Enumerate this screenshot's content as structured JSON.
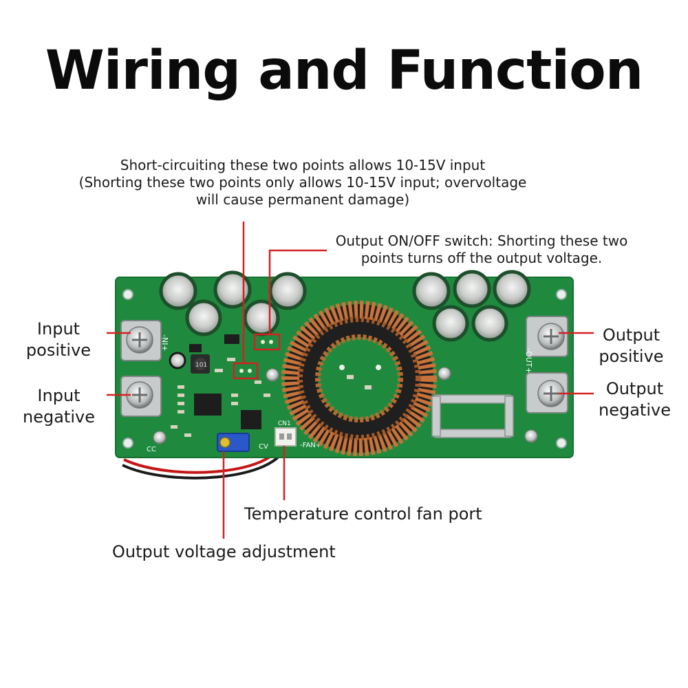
{
  "title": "Wiring and Function",
  "notes": {
    "short_circuit": [
      "Short-circuiting these two points allows 10-15V input",
      "(Shorting these two points only allows 10-15V input; overvoltage",
      "will cause permanent damage)"
    ],
    "onoff_switch": [
      "Output ON/OFF switch: Shorting these two",
      "points turns off the output voltage."
    ]
  },
  "labels": {
    "input_positive": [
      "Input",
      "positive"
    ],
    "input_negative": [
      "Input",
      "negative"
    ],
    "output_positive": [
      "Output",
      "positive"
    ],
    "output_negative": [
      "Output",
      "negative"
    ],
    "fan_port": "Temperature control fan port",
    "voltage_adjustment": "Output voltage adjustment"
  },
  "board_markings": {
    "in_terminal": "-NI+",
    "out_terminal": "-OUT+",
    "fan_connector": "-FAN+",
    "connector_id": "CN1",
    "inductor_code": "101",
    "cc": "CC",
    "cv": "CV"
  },
  "colors": {
    "pcb_green": "#1f8a3e",
    "callout_red": "#d42020",
    "copper": "#c8733a"
  }
}
